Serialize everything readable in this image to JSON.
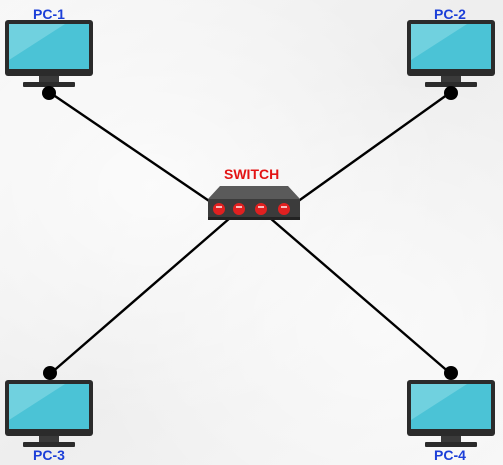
{
  "colors": {
    "pc_label": "#1c3fd8",
    "switch_label": "#e31414",
    "link": "#000000",
    "monitor_frame": "#2b2b2b",
    "monitor_screen": "#4bc3d6",
    "monitor_highlight": "#8fdde8",
    "switch_body": "#3b3b3b",
    "switch_port": "#e02020"
  },
  "icons": {
    "computer": "desktop-monitor-icon",
    "switch": "network-switch-icon"
  },
  "nodes": {
    "switch": {
      "label": "SWITCH",
      "ports": 4
    },
    "pcs": [
      {
        "label": "PC-1"
      },
      {
        "label": "PC-2"
      },
      {
        "label": "PC-3"
      },
      {
        "label": "PC-4"
      }
    ]
  },
  "links": [
    {
      "from": "PC-1",
      "to": "SWITCH"
    },
    {
      "from": "PC-2",
      "to": "SWITCH"
    },
    {
      "from": "PC-3",
      "to": "SWITCH"
    },
    {
      "from": "PC-4",
      "to": "SWITCH"
    }
  ]
}
